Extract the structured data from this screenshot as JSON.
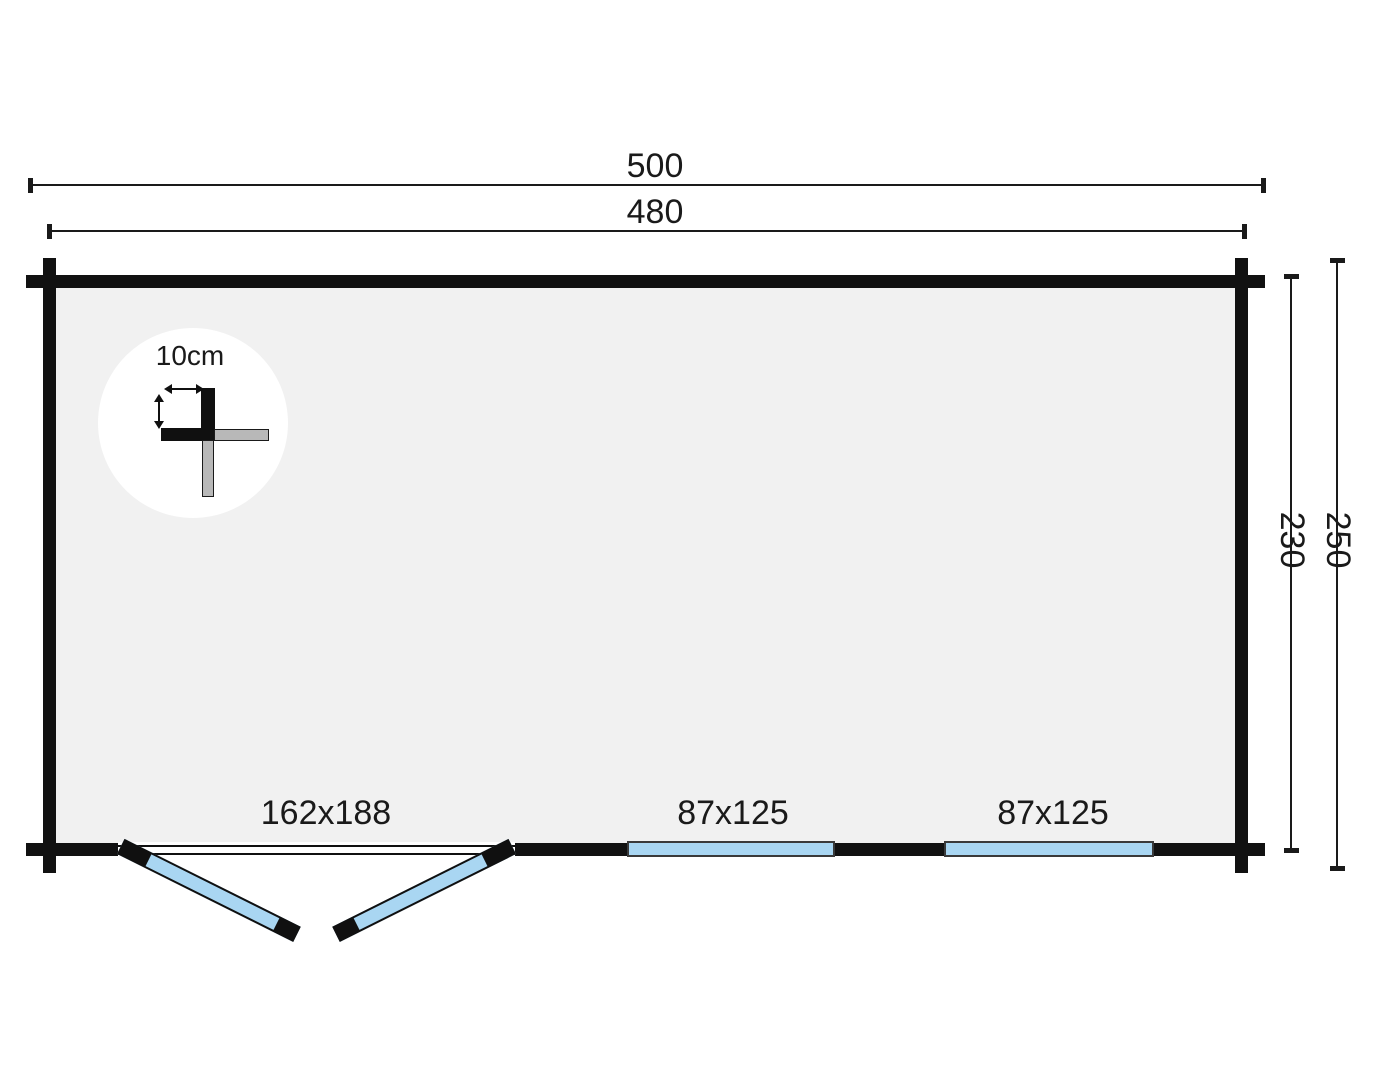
{
  "plan": {
    "dimensions": {
      "outer_width_label": "500",
      "inner_width_label": "480",
      "inner_depth_label": "230",
      "outer_depth_label": "250"
    },
    "detail": {
      "wall_thickness_label": "10cm"
    },
    "openings": {
      "door_label": "162x188",
      "window_left_label": "87x125",
      "window_right_label": "87x125"
    },
    "colors": {
      "wall": "#111111",
      "interior": "#f1f1f1",
      "glass": "#a9d6f2",
      "log_gray": "#b8b8b8",
      "line": "#1a1a1a"
    }
  }
}
